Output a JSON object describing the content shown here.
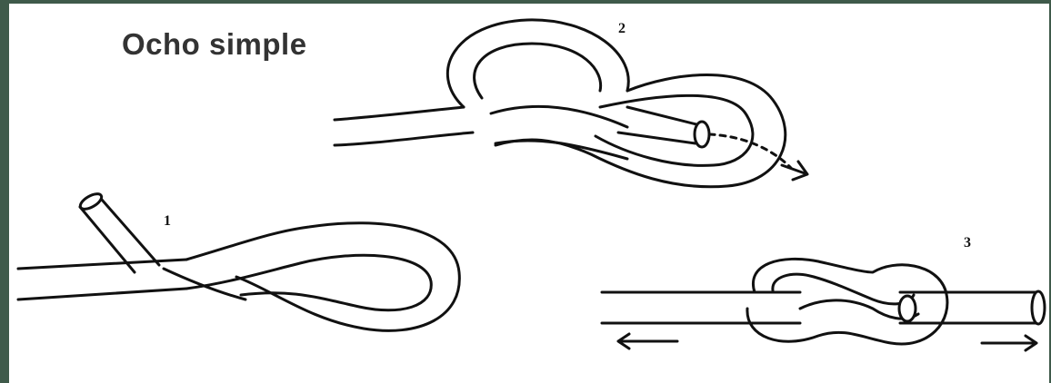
{
  "title": "Ocho simple",
  "steps": [
    {
      "label": "1"
    },
    {
      "label": "2"
    },
    {
      "label": "3"
    }
  ]
}
